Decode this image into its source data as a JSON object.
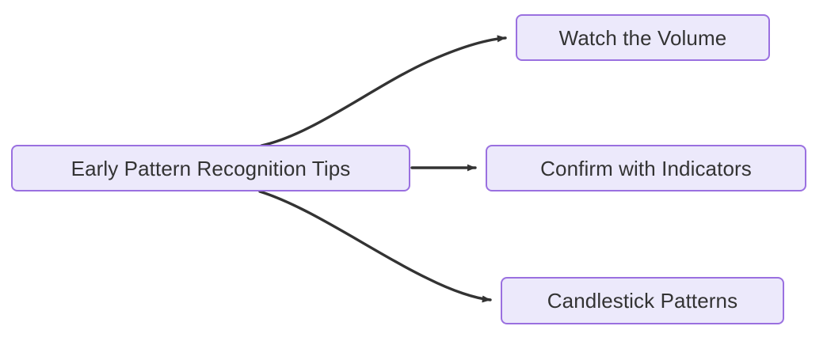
{
  "diagram": {
    "type": "flowchart",
    "direction": "left-to-right",
    "background_color": "#ffffff",
    "node_fill": "#ece9fb",
    "node_border": "#9a70e0",
    "edge_color": "#333333",
    "text_color": "#333333",
    "nodes": [
      {
        "id": "root",
        "label": "Early Pattern Recognition Tips"
      },
      {
        "id": "volume",
        "label": "Watch the Volume"
      },
      {
        "id": "indicator",
        "label": "Confirm with Indicators"
      },
      {
        "id": "candle",
        "label": "Candlestick Patterns"
      }
    ],
    "edges": [
      {
        "from": "root",
        "to": "volume",
        "label": "",
        "style": "curved-up",
        "arrow": "arrowhead-icon"
      },
      {
        "from": "root",
        "to": "indicator",
        "label": "",
        "style": "straight",
        "arrow": "arrowhead-icon"
      },
      {
        "from": "root",
        "to": "candle",
        "label": "",
        "style": "curved-down",
        "arrow": "arrowhead-icon"
      }
    ]
  }
}
